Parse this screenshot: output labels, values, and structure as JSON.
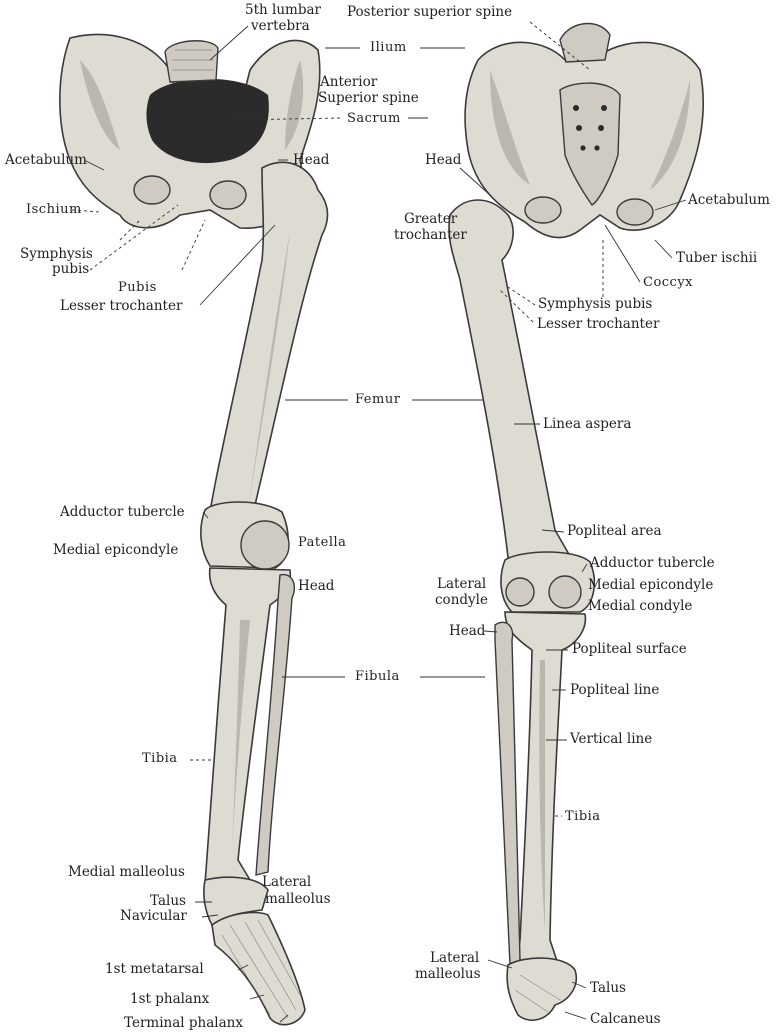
{
  "anterior": {
    "lumbar": "5th lumbar",
    "vertebra": "vertebra",
    "ilium": "Ilium",
    "anterior": "Anterior",
    "superior_spine": "Superior spine",
    "sacrum": "Sacrum",
    "acetabulum": "Acetabulum",
    "head": "Head",
    "ischium": "Ischium",
    "symphysis": "Symphysis",
    "pubis_lower": "pubis",
    "pubis": "Pubis",
    "lesser_trochanter": "Lesser trochanter",
    "femur": "Femur",
    "adductor_tubercle": "Adductor tubercle",
    "medial_epicondyle": "Medial epicondyle",
    "patella": "Patella",
    "fibula_head": "Head",
    "fibula": "Fibula",
    "tibia": "Tibia",
    "medial_malleolus": "Medial malleolus",
    "talus": "Talus",
    "navicular": "Navicular",
    "lateral": "Lateral",
    "malleolus": "malleolus",
    "first_metatarsal": "1st metatarsal",
    "first_phalanx": "1st phalanx",
    "terminal_phalanx": "Terminal phalanx"
  },
  "posterior": {
    "posterior_superior_spine": "Posterior superior spine",
    "head": "Head",
    "acetabulum": "Acetabulum",
    "greater": "Greater",
    "trochanter": "trochanter",
    "tuber_ischii": "Tuber ischii",
    "coccyx": "Coccyx",
    "symphysis_pubis": "Symphysis pubis",
    "lesser_trochanter": "Lesser trochanter",
    "linea_aspera": "Linea aspera",
    "popliteal_area": "Popliteal area",
    "adductor_tubercle": "Adductor tubercle",
    "lateral": "Lateral",
    "condyle": "condyle",
    "medial_epicondyle": "Medial epicondyle",
    "medial_condyle": "Medial condyle",
    "fibula_head": "Head",
    "popliteal_surface": "Popliteal surface",
    "popliteal_line": "Popliteal line",
    "vertical_line": "Vertical line",
    "tibia": "Tibia",
    "malleolus": "malleolus",
    "talus": "Talus",
    "calcaneus": "Calcaneus"
  }
}
